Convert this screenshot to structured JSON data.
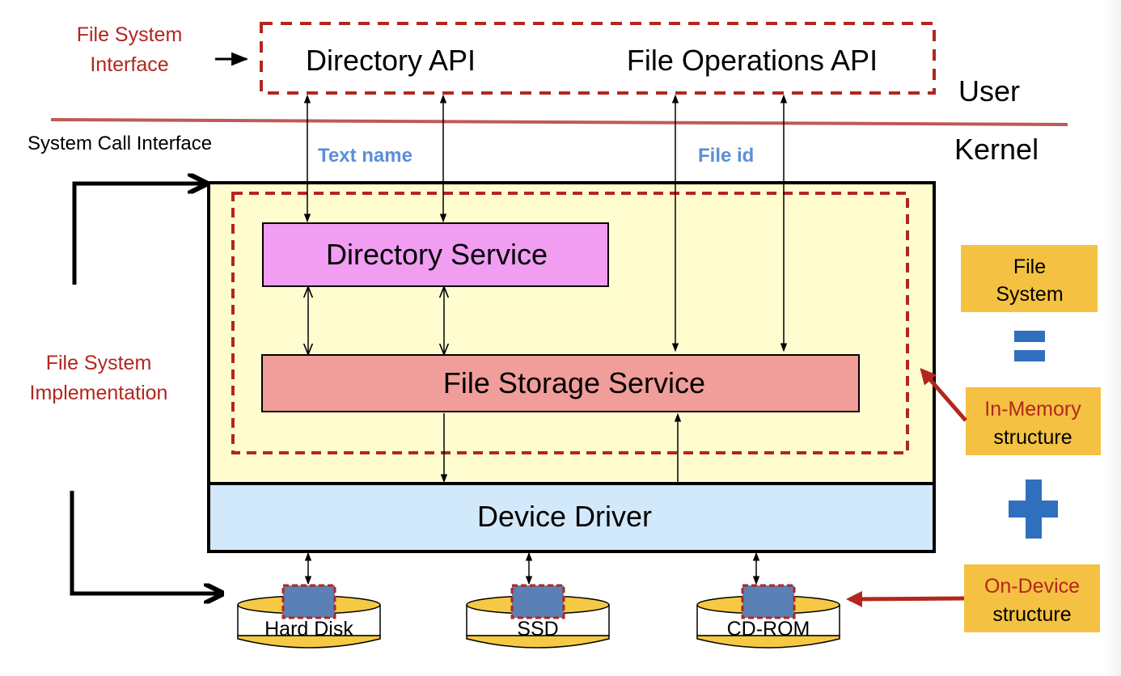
{
  "colors": {
    "red_accent": "#b3261e",
    "blue_label": "#5b8fd6",
    "yellow_region": "#fffdd0",
    "directory_service_fill": "#f09df2",
    "file_storage_fill": "#f19d9a",
    "device_driver_fill": "#d2e8fb",
    "orange_box": "#f4c142",
    "operator_blue": "#2f6fbe",
    "disk_gold": "#f6c945",
    "disk_chip": "#5b80b5"
  },
  "top": {
    "interface_label_line1": "File System",
    "interface_label_line2": "Interface",
    "directory_api": "Directory API",
    "file_operations_api": "File Operations API"
  },
  "layers": {
    "user": "User",
    "kernel": "Kernel",
    "system_call_interface": "System Call Interface"
  },
  "arrow_labels": {
    "text_name": "Text name",
    "file_id": "File id"
  },
  "services": {
    "directory_service": "Directory Service",
    "file_storage_service": "File Storage Service",
    "device_driver": "Device Driver"
  },
  "left": {
    "implementation_line1": "File System",
    "implementation_line2": "Implementation"
  },
  "devices": [
    {
      "label": "Hard Disk"
    },
    {
      "label": "SSD"
    },
    {
      "label": "CD-ROM"
    }
  ],
  "legend": {
    "file_system_line1": "File",
    "file_system_line2": "System",
    "equals": "=",
    "in_memory_line1": "In-Memory",
    "in_memory_line2": "structure",
    "plus": "+",
    "on_device_line1": "On-Device",
    "on_device_line2": "structure"
  }
}
